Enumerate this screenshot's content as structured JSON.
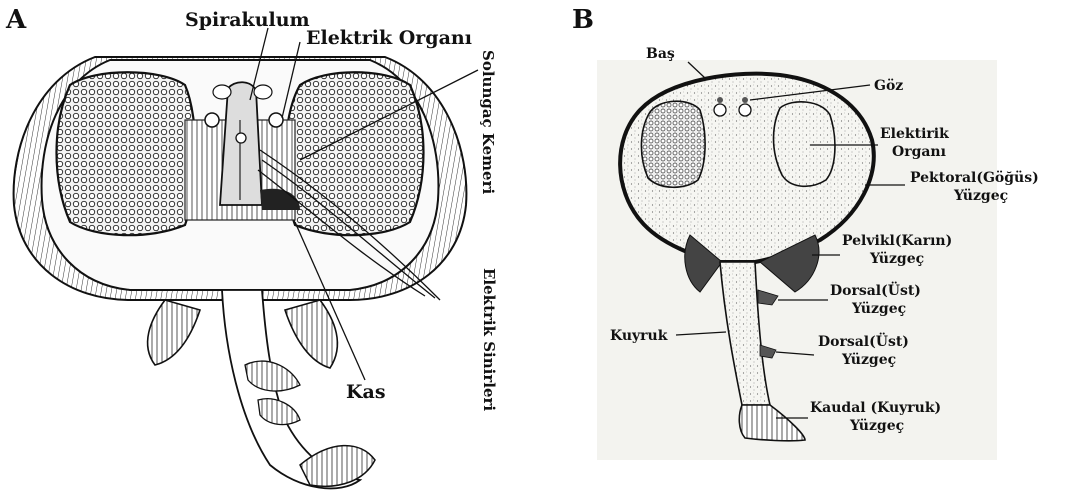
{
  "panel_a": {
    "letter": "A",
    "labels": {
      "spirakulum": "Spirakulum",
      "elektrik_organi": "Elektrik Organı",
      "solungac_kemeri": "Solungaç Kemeri",
      "elektrik_sinirleri": "Elektrik Sinirleri",
      "kas": "Kas"
    }
  },
  "panel_b": {
    "letter": "B",
    "labels": {
      "bas": "Baş",
      "goz": "Göz",
      "elektrik_organi_1": "Elektirik",
      "elektrik_organi_2": "Organı",
      "pektoral_1": "Pektoral(Göğüs)",
      "pektoral_2": "Yüzgeç",
      "pelvik_1": "Pelvikl(Karın)",
      "pelvik_2": "Yüzgeç",
      "dorsal1_1": "Dorsal(Üst)",
      "dorsal1_2": "Yüzgeç",
      "kuyruk": "Kuyruk",
      "dorsal2_1": "Dorsal(Üst)",
      "dorsal2_2": "Yüzgeç",
      "kaudal_1": "Kaudal (Kuyruk)",
      "kaudal_2": "Yüzgeç"
    }
  }
}
